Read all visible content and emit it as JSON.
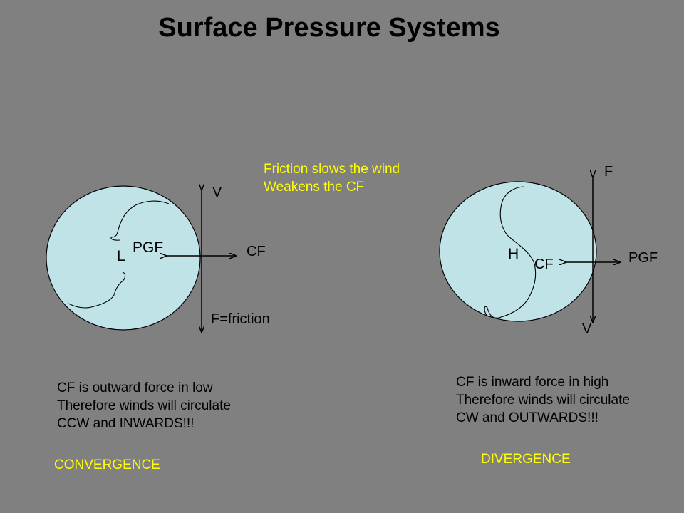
{
  "title": "Surface Pressure Systems",
  "friction_note": [
    "Friction slows the wind",
    "Weakens the CF"
  ],
  "low": {
    "center": "L",
    "pgf": "PGF",
    "cf": "CF",
    "v": "V",
    "friction": "F=friction",
    "explanation": [
      "CF is outward force in low",
      "Therefore winds will circulate",
      "CCW and INWARDS!!!"
    ],
    "result": "CONVERGENCE"
  },
  "high": {
    "center": "H",
    "cf": "CF",
    "pgf": "PGF",
    "f": "F",
    "v": "V",
    "explanation": [
      "CF is inward force in high",
      "Therefore winds will circulate",
      "CW and OUTWARDS!!!"
    ],
    "result": "DIVERGENCE"
  },
  "colors": {
    "background": "#808080",
    "circle_fill": "#bfe3e6",
    "highlight_text": "#ffff00"
  }
}
